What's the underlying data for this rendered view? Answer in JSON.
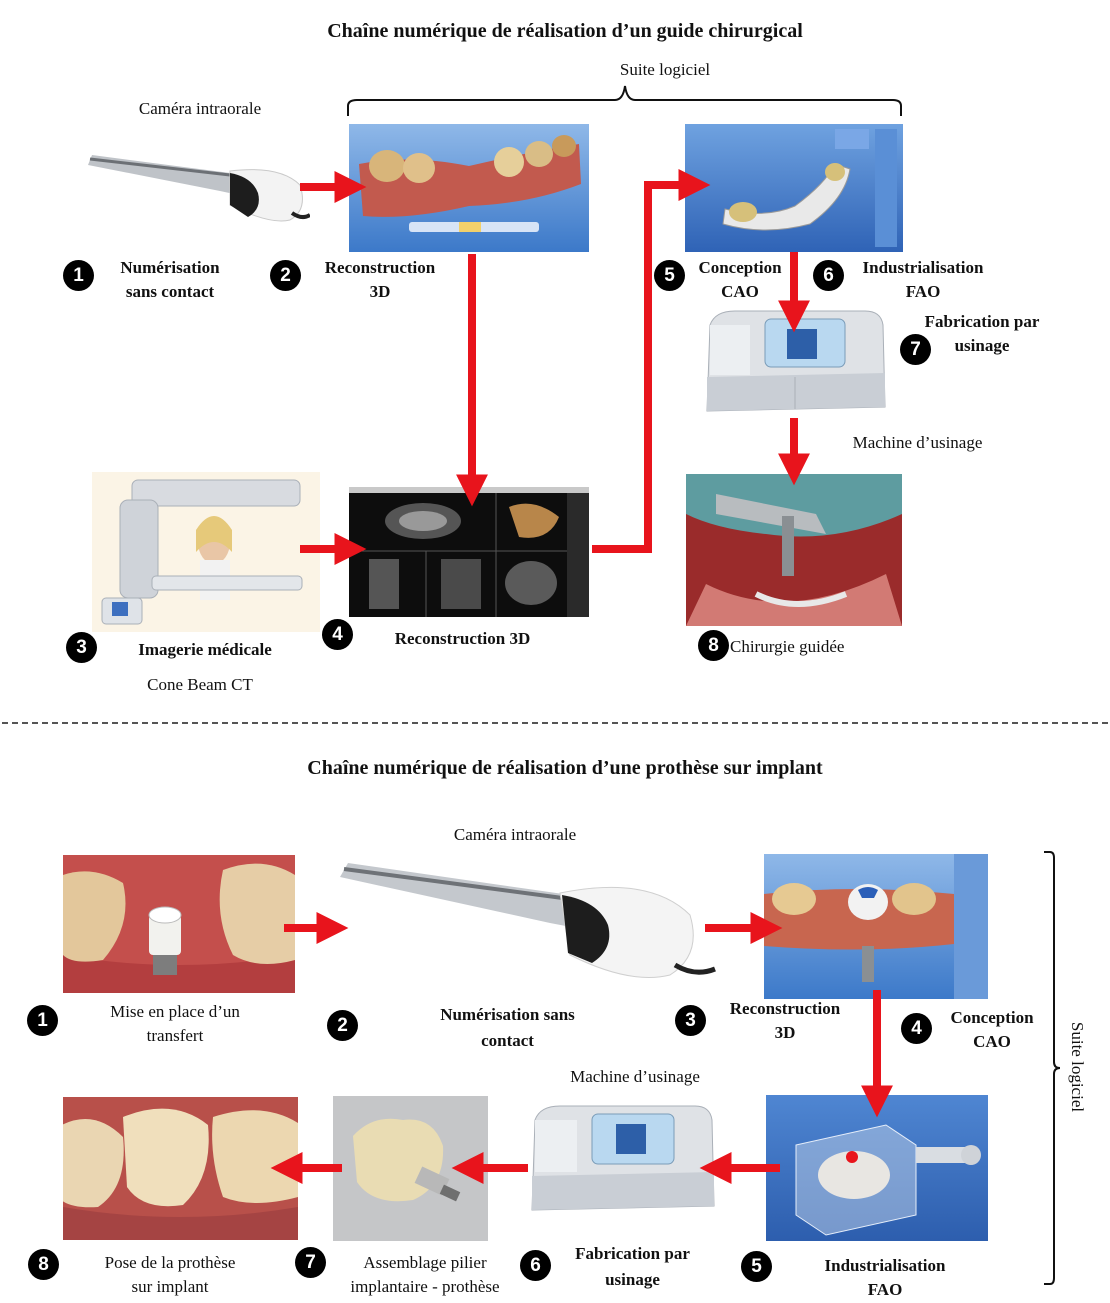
{
  "top": {
    "title": "Chaîne numérique de réalisation d’un guide chirurgical",
    "suite_logiciel": "Suite logiciel",
    "camera_label": "Caméra intraorale",
    "cone_beam": "Cone Beam CT",
    "machine": "Machine d’usinage",
    "steps": [
      {
        "num": "1",
        "line1": "Numérisation",
        "line2": "sans contact"
      },
      {
        "num": "2",
        "line1": "Reconstruction",
        "line2": "3D"
      },
      {
        "num": "3",
        "line1": "Imagerie médicale"
      },
      {
        "num": "4",
        "line1": "Reconstruction 3D"
      },
      {
        "num": "5",
        "line1": "Conception",
        "line2": "CAO"
      },
      {
        "num": "6",
        "line1": "Industrialisation",
        "line2": "FAO"
      },
      {
        "num": "7",
        "line1": "Fabrication par",
        "line2": "usinage"
      },
      {
        "num": "8",
        "line1": "Chirurgie guidée"
      }
    ]
  },
  "bottom": {
    "title": "Chaîne numérique de réalisation d’une prothèse sur implant",
    "camera_label": "Caméra intraorale",
    "machine": "Machine d’usinage",
    "suite_logiciel": "Suite logiciel",
    "steps": [
      {
        "num": "1",
        "line1": "Mise en place d’un",
        "line2": "transfert"
      },
      {
        "num": "2",
        "line1": "Numérisation sans",
        "line2": "contact"
      },
      {
        "num": "3",
        "line1": "Reconstruction",
        "line2": "3D"
      },
      {
        "num": "4",
        "line1": "Conception",
        "line2": "CAO"
      },
      {
        "num": "5",
        "line1": "Industrialisation",
        "line2": "FAO"
      },
      {
        "num": "6",
        "line1": "Fabrication par",
        "line2": "usinage"
      },
      {
        "num": "7",
        "line1": "Assemblage pilier",
        "line2": "implantaire - prothèse"
      },
      {
        "num": "8",
        "line1": "Pose de la prothèse",
        "line2": "sur implant"
      }
    ]
  },
  "colors": {
    "arrow": "#e8141c",
    "badge": "#000000",
    "screen_blue": "#3a78c8",
    "gum": "#c25a4e"
  },
  "icons": [
    "intraoral-camera",
    "milling-machine",
    "cbct-scanner"
  ]
}
